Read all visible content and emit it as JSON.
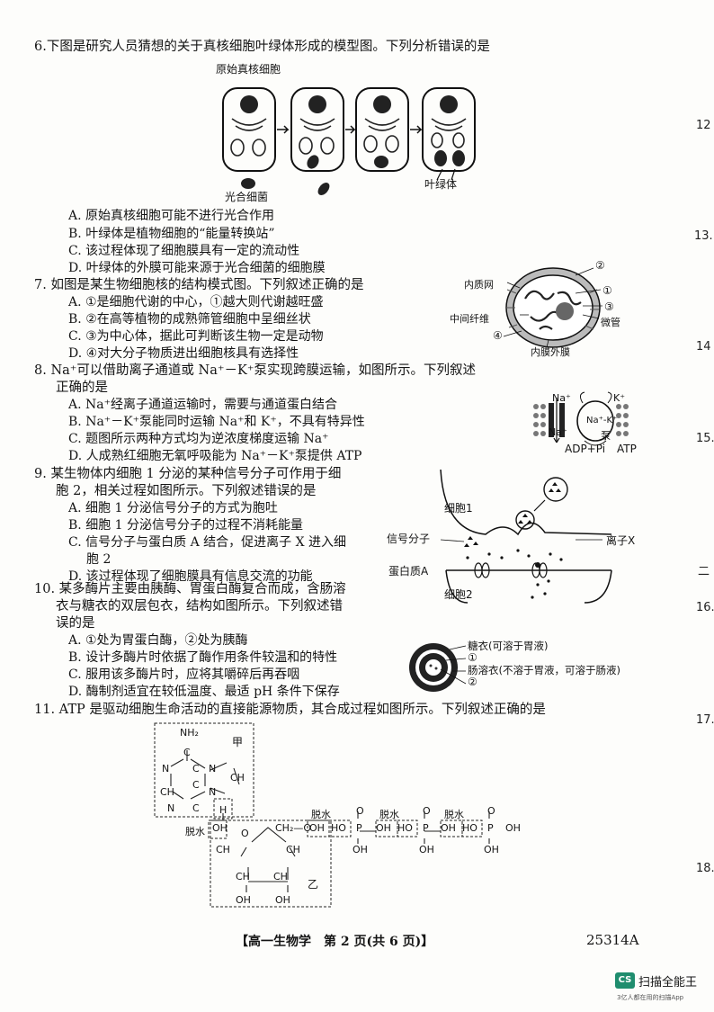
{
  "q6": {
    "stem": "6.下图是研究人员猜想的关于真核细胞叶绿体形成的模型图。下列分析错误的是",
    "labels": {
      "original": "原始真核细胞",
      "bacterium": "光合细菌",
      "chloroplast": "叶绿体"
    },
    "options": [
      "A. 原始真核细胞可能不进行光合作用",
      "B. 叶绿体是植物细胞的“能量转换站”",
      "C. 该过程体现了细胞膜具有一定的流动性",
      "D. 叶绿体的外膜可能来源于光合细菌的细胞膜"
    ]
  },
  "q7": {
    "stem": "7. 如图是某生物细胞核的结构模式图。下列叙述正确的是",
    "labels": {
      "er": "内质网",
      "n2": "②",
      "n1": "①",
      "n3": "③",
      "micro": "微管",
      "fiber": "中间纤维",
      "n4": "④",
      "inner": "内膜外膜"
    },
    "options": [
      "A. ①是细胞代谢的中心，①越大则代谢越旺盛",
      "B. ②在高等植物的成熟筛管细胞中呈细丝状",
      "C. ③为中心体，据此可判断该生物一定是动物",
      "D. ④对大分子物质进出细胞核具有选择性"
    ]
  },
  "q8": {
    "stem1": "8. Na⁺可以借助离子通道或 Na⁺－K⁺泵实现跨膜运输，如图所示。下列叙述",
    "stem2": "正确的是",
    "labels": {
      "na_top": "Na⁺",
      "k_top": "K⁺",
      "nak": "Na⁺-K⁺",
      "pump": "泵",
      "na_bottom": "Na⁺",
      "adp": "ADP+Pi",
      "atp": "ATP"
    },
    "options": [
      "A. Na⁺经离子通道运输时，需要与通道蛋白结合",
      "B. Na⁺－K⁺泵能同时运输 Na⁺和 K⁺，不具有特异性",
      "C. 题图所示两种方式均为逆浓度梯度运输 Na⁺",
      "D. 人成熟红细胞无氧呼吸能为 Na⁺－K⁺泵提供 ATP"
    ]
  },
  "q9": {
    "stem1": "9. 某生物体内细胞 1 分泌的某种信号分子可作用于细",
    "stem2": "胞 2，相关过程如图所示。下列叙述错误的是",
    "labels": {
      "cell1": "细胞1",
      "signal": "信号分子",
      "ionx": "离子X",
      "proteinA": "蛋白质A",
      "cell2": "细胞2"
    },
    "options": [
      "A. 细胞 1 分泌信号分子的方式为胞吐",
      "B. 细胞 1 分泌信号分子的过程不消耗能量",
      "C. 信号分子与蛋白质 A 结合，促进离子 X 进入细",
      "胞 2",
      "D. 该过程体现了细胞膜具有信息交流的功能"
    ]
  },
  "q10": {
    "stem1": "10. 某多酶片主要由胰酶、胃蛋白酶复合而成，含肠溶",
    "stem2": "衣与糖衣的双层包衣，结构如图所示。下列叙述错",
    "stem3": "误的是",
    "labels": {
      "sugar": "糖衣(可溶于胃液)",
      "n1": "①",
      "enteric": "肠溶衣(不溶于胃液，可溶于肠液)",
      "n2": "②"
    },
    "options": [
      "A. ①处为胃蛋白酶，②处为胰酶",
      "B. 设计多酶片时依据了酶作用条件较温和的特性",
      "C. 服用该多酶片时，应将其嚼碎后再吞咽",
      "D. 酶制剂适宜在较低温度、最适 pH 条件下保存"
    ]
  },
  "q11": {
    "stem": "11. ATP 是驱动细胞生命活动的直接能源物质，其合成过程如图所示。下列叙述正确的是",
    "labels": {
      "nh2": "NH₂",
      "jia": "甲",
      "yi": "乙",
      "dehydrate": "脱水",
      "c": "C",
      "n": "N",
      "ch": "CH",
      "h": "H",
      "oh": "OH",
      "ho": "HO",
      "p": "P",
      "o": "O",
      "ch2o": "CH₂—O"
    }
  },
  "margin": [
    "12",
    "13.",
    "14",
    "15.",
    "二",
    "16.",
    "17.",
    "18."
  ],
  "footer": {
    "left": "【高一生物学　第 2 页(共 6 页)】",
    "code": "25314A"
  },
  "watermark": {
    "badge": "CS",
    "name": "扫描全能王",
    "sub": "3亿人都在用的扫描App"
  }
}
